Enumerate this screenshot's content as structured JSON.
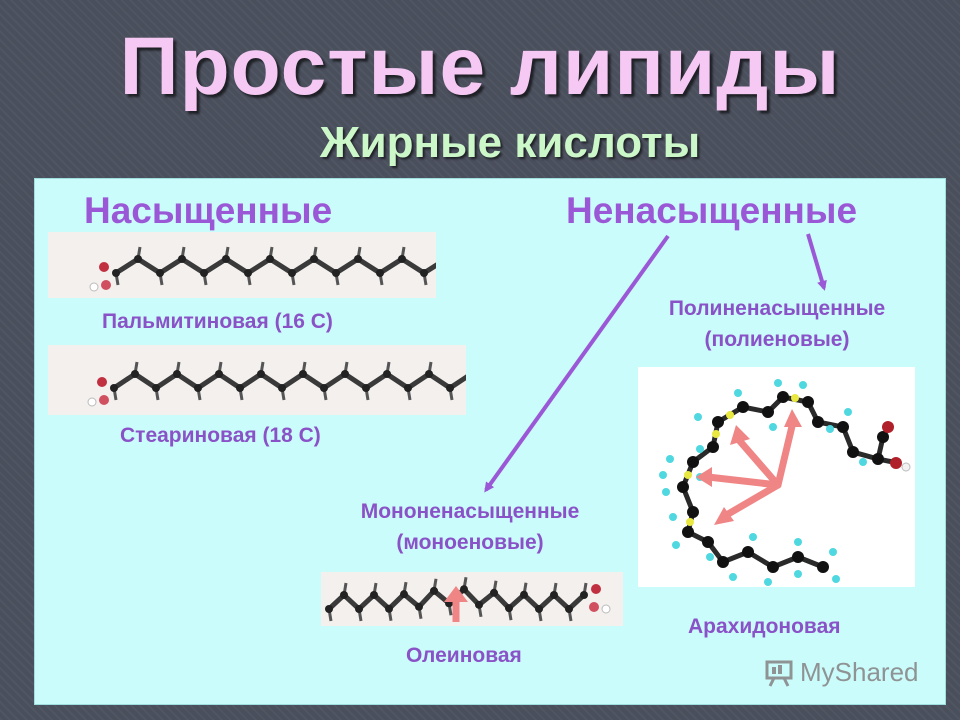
{
  "slide": {
    "title": "Простые липиды",
    "subtitle": "Жирные кислоты"
  },
  "saturated": {
    "heading": "Насыщенные",
    "palmitic_label": "Пальмитиновая (16 С)",
    "stearic_label": "Стеариновая (18 С)"
  },
  "unsaturated": {
    "heading": "Ненасыщенные",
    "poly_label_line1": "Полиненасыщенные",
    "poly_label_line2": "(полиеновые)",
    "mono_label_line1": "Мононенасыщенные",
    "mono_label_line2": "(моноеновые)",
    "oleic_label": "Олеиновая",
    "arachidonic_label": "Арахидоновая"
  },
  "watermark": {
    "text": "MyShared"
  },
  "colors": {
    "title": "#f6c9f4",
    "subtitle": "#ccf7c8",
    "panel": "#cbfcfc",
    "heading": "#9b58d6",
    "arrow": "#9b58d6",
    "pink_arrow": "#f08585"
  }
}
